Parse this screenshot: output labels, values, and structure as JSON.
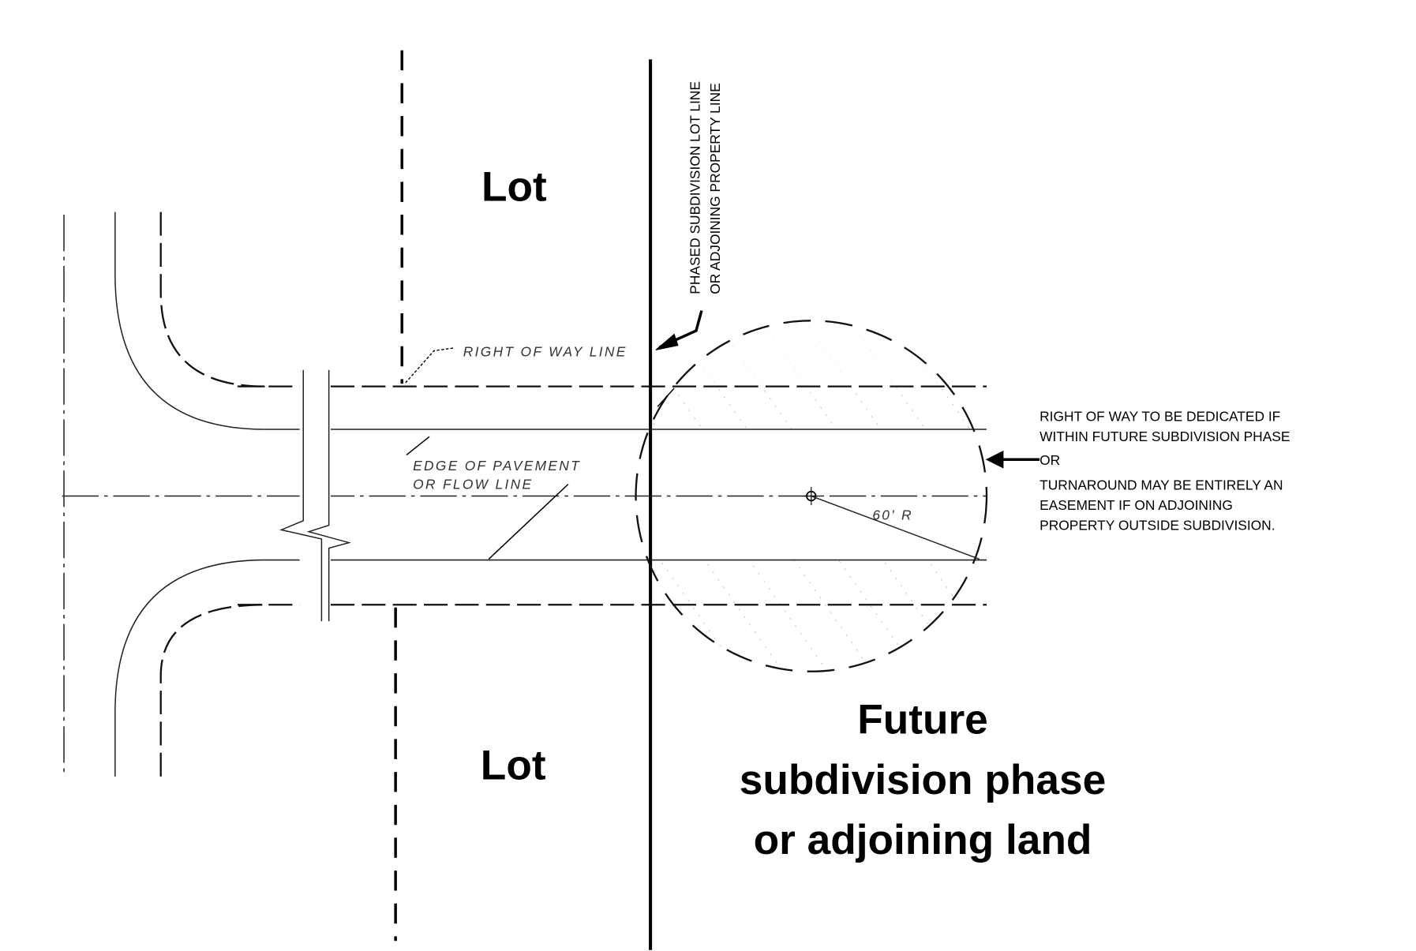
{
  "labels": {
    "lot_top": "Lot",
    "lot_bottom": "Lot",
    "lot_line_1": "PHASED SUBDIVISION LOT LINE",
    "lot_line_2": "OR ADJOINING PROPERTY LINE",
    "row_line": "RIGHT OF WAY LINE",
    "edge_1": "EDGE OF PAVEMENT",
    "edge_2": "OR FLOW LINE",
    "radius": "60' R",
    "future_1": "Future",
    "future_2": "subdivision phase",
    "future_3": "or adjoining land"
  },
  "note": {
    "line1": "RIGHT OF WAY  TO BE DEDICATED IF",
    "line2": "WITHIN FUTURE SUBDIVISION PHASE",
    "or": "OR",
    "line3": "TURNAROUND MAY  BE ENTIRELY AN",
    "line4": "EASEMENT  IF ON ADJOINING",
    "line5": "PROPERTY OUTSIDE SUBDIVISION."
  }
}
